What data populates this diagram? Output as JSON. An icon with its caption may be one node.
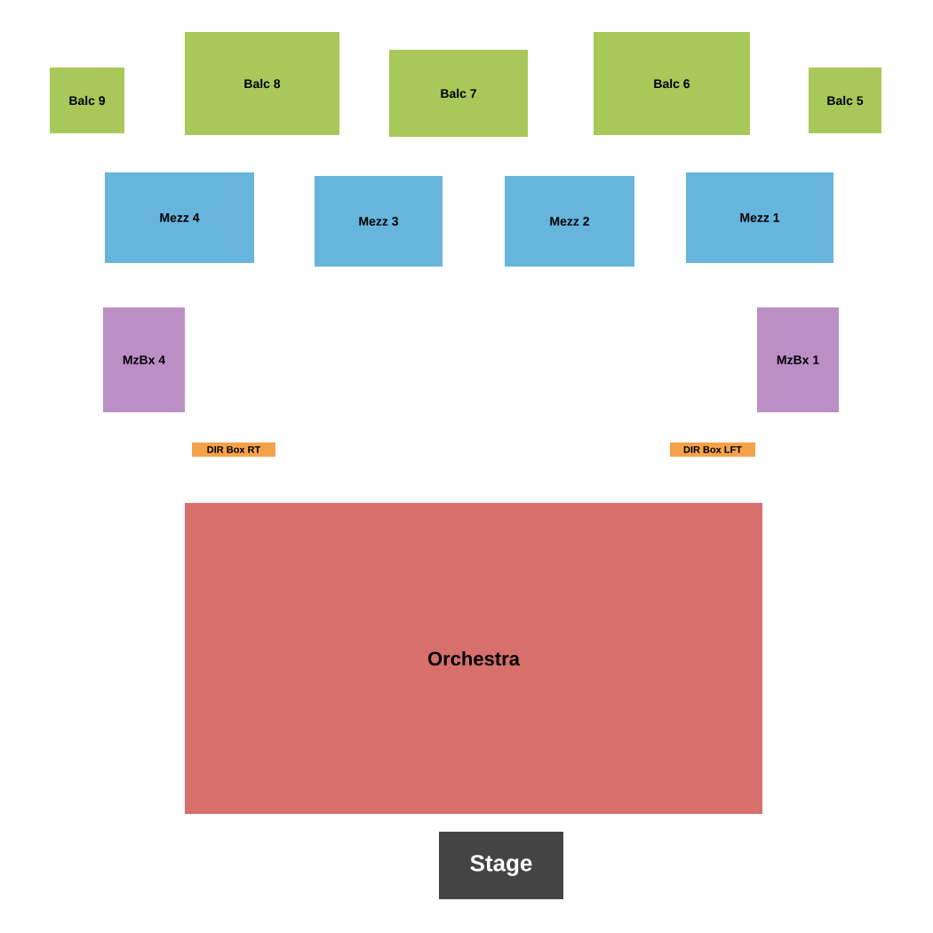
{
  "diagram": {
    "nodes": [
      {
        "text": [
          "Balc 9"
        ]
      },
      {
        "text": [
          "Balc 8"
        ]
      },
      {
        "text": [
          "Balc 7"
        ]
      },
      {
        "text": [
          "Balc 6"
        ]
      },
      {
        "text": [
          "Balc 5"
        ]
      },
      {
        "text": [
          "Mezz 4"
        ]
      },
      {
        "text": [
          "Mezz 3"
        ]
      },
      {
        "text": [
          "Mezz 2"
        ]
      },
      {
        "text": [
          "Mezz 1"
        ]
      },
      {
        "text": [
          "MzBx 4"
        ]
      },
      {
        "text": [
          "MzBx 1"
        ]
      },
      {
        "text": [
          "DIR Box RT"
        ]
      },
      {
        "text": [
          "DIR Box LFT"
        ]
      },
      {
        "text": [
          "Orchestra"
        ]
      },
      {
        "text": [
          "Stage"
        ]
      }
    ]
  }
}
